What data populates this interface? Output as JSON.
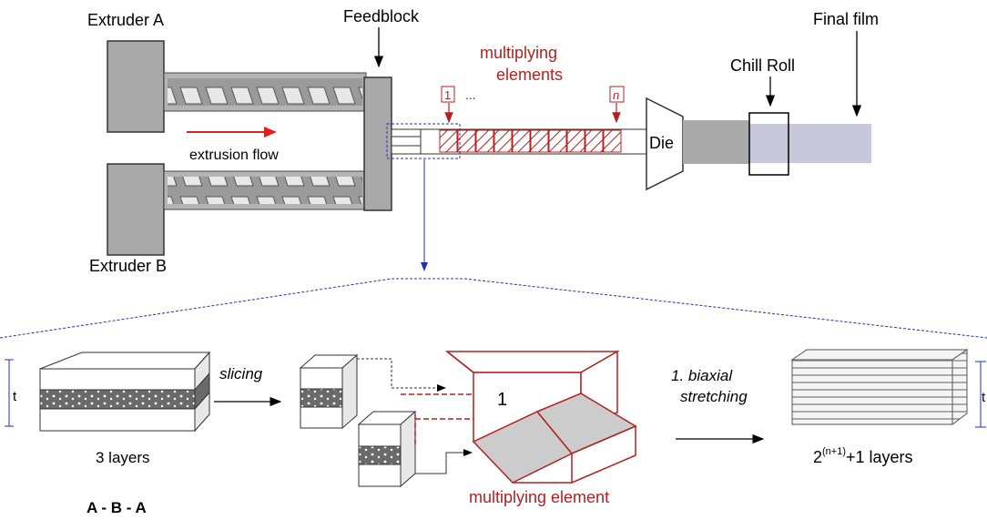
{
  "labels": {
    "extruder_a": "Extruder A",
    "extruder_b": "Extruder B",
    "feedblock": "Feedblock",
    "multiplying_line1": "multiplying",
    "multiplying_line2": "elements",
    "element_first": "1",
    "element_dots": "...",
    "element_last": "n",
    "extrusion_flow": "extrusion flow",
    "die": "Die",
    "chill_roll": "Chill Roll",
    "final_film": "Final film",
    "slicing": "slicing",
    "stretch_line1": "1. biaxial",
    "stretch_line2": "stretching",
    "three_layers": "3 layers",
    "aba": "A - B - A",
    "multiplying_element": "multiplying element",
    "element_number": "1",
    "layers_base": "2",
    "layers_exp": "(n+1)",
    "layers_tail": "+1 layers",
    "thickness_left": "t",
    "thickness_right": "t"
  },
  "colors": {
    "accent_red": "#b22222",
    "arrow_red": "#e02020",
    "guide_blue": "#2233aa",
    "body_gray": "#a9a9a9",
    "film_lavender": "#c8c8dc",
    "core_dark": "#7a7a7a"
  }
}
